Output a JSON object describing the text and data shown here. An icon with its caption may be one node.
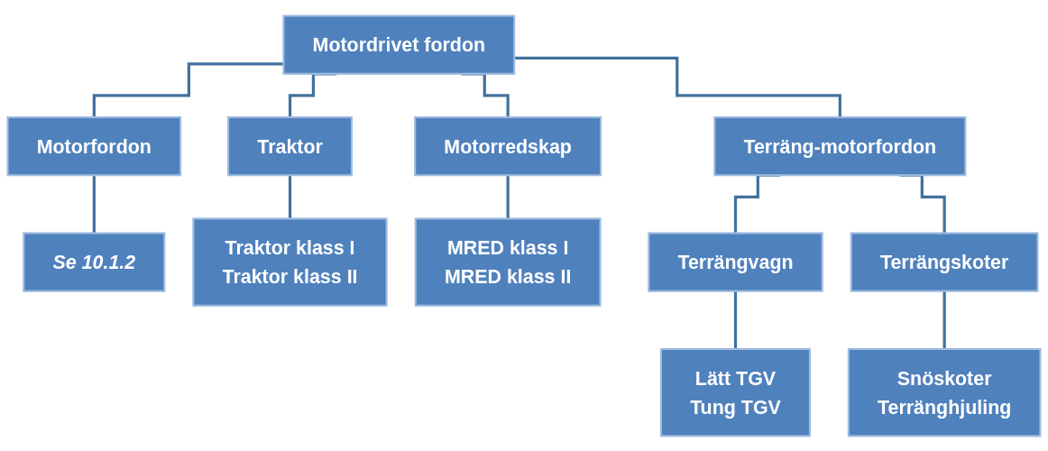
{
  "diagram": {
    "nodes": [
      {
        "text": [
          "Motordrivet fordon"
        ]
      },
      {
        "text": [
          "Motorfordon"
        ]
      },
      {
        "text": [
          "Traktor"
        ]
      },
      {
        "text": [
          "Motorredskap"
        ]
      },
      {
        "text": [
          "Terräng-motorfordon"
        ]
      },
      {
        "text": [
          "Se 10.1.2"
        ]
      },
      {
        "text": [
          "Traktor klass I",
          "Traktor klass II"
        ]
      },
      {
        "text": [
          "MRED klass I",
          "MRED klass II"
        ]
      },
      {
        "text": [
          "Terrängvagn"
        ]
      },
      {
        "text": [
          "Terrängskoter"
        ]
      },
      {
        "text": [
          "Lätt TGV",
          "Tung TGV"
        ]
      },
      {
        "text": [
          "Snöskoter",
          "Terränghjuling"
        ]
      }
    ],
    "edges": [
      {
        "from": 0,
        "to": 1,
        "arrow": "none"
      },
      {
        "from": 0,
        "to": 2,
        "arrow": "none"
      },
      {
        "from": 0,
        "to": 3,
        "arrow": "none"
      },
      {
        "from": 0,
        "to": 4,
        "arrow": "none"
      },
      {
        "from": 1,
        "to": 5,
        "arrow": "none"
      },
      {
        "from": 2,
        "to": 6,
        "arrow": "none"
      },
      {
        "from": 3,
        "to": 7,
        "arrow": "none"
      },
      {
        "from": 4,
        "to": 8,
        "arrow": "none"
      },
      {
        "from": 4,
        "to": 9,
        "arrow": "none"
      },
      {
        "from": 8,
        "to": 10,
        "arrow": "none"
      },
      {
        "from": 9,
        "to": 11,
        "arrow": "none"
      }
    ]
  }
}
